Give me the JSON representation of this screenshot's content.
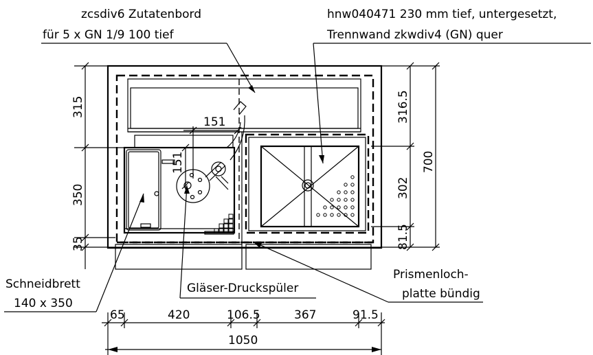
{
  "labels": {
    "top_left_line1": "zcsdiv6 Zutatenbord",
    "top_left_line2": "für 5 x GN 1/9 100 tief",
    "top_right_line1": "hnw040471 230 mm tief, untergesetzt,",
    "top_right_line2": "Trennwand zkwdiv4 (GN) quer",
    "cutting_board_line1": "Schneidbrett",
    "cutting_board_line2": "140 x 350",
    "glass_washer": "Gläser-Druckspüler",
    "perforated_line1": "Prismenloch-",
    "perforated_line2": "platte bündig"
  },
  "dimensions": {
    "left_315": "315",
    "left_350": "350",
    "left_35": "35",
    "right_316_5": "316.5",
    "right_302": "302",
    "right_81_5": "81.5",
    "right_700": "700",
    "inner_151_h": "151",
    "inner_151_v": "151",
    "bottom_65": "65",
    "bottom_420": "420",
    "bottom_106_5": "106.5",
    "bottom_367": "367",
    "bottom_91_5": "91.5",
    "bottom_total": "1050"
  }
}
